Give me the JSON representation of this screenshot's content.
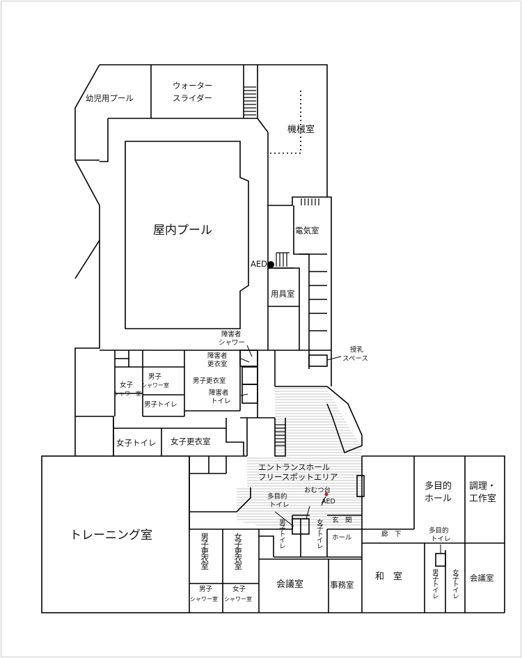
{
  "rooms": {
    "infant_pool": "幼児用プール",
    "water_slider": [
      "ウォーター",
      "スライダー"
    ],
    "machine_room": "機械室",
    "indoor_pool": "屋内プール",
    "electric_room": "電気室",
    "equipment_room": "用具室",
    "nursing_space": [
      "授乳",
      "スペース"
    ],
    "accessible_shower": [
      "障害者",
      "シャワー"
    ],
    "accessible_changing": [
      "障害者",
      "更衣室"
    ],
    "accessible_toilet": [
      "障害者",
      "トイレ"
    ],
    "mens_changing_upper": "男子更衣室",
    "mens_shower_upper": [
      "男子",
      "シャワー室"
    ],
    "womens_shower_upper": [
      "女子",
      "シャワー室"
    ],
    "mens_toilet_upper": "男子トイレ",
    "womens_toilet_upper": "女子トイレ",
    "womens_changing_upper": "女子更衣室",
    "entrance_hall": [
      "エントランスホール",
      "フリースポットエリア"
    ],
    "diaper_table": "おむつ台",
    "multipurpose_toilet_center": [
      "多目的",
      "トイレ"
    ],
    "mens_toilet_center": "男子トイレ",
    "womens_toilet_center": "女子トイレ",
    "entrance": "玄　関",
    "hall": "ホール",
    "corridor": "廊　下",
    "multipurpose_hall": [
      "多目的",
      "ホール"
    ],
    "cooking_room": [
      "調理・",
      "工作室"
    ],
    "training_room": "トレーニング室",
    "mens_changing_lower": "男子更衣室",
    "womens_changing_lower": "女子更衣室",
    "mens_shower_lower": [
      "男子",
      "シャワー室"
    ],
    "womens_shower_lower": [
      "女子",
      "シャワー室"
    ],
    "meeting_room_center": "会議室",
    "office": "事務室",
    "japanese_room": "和　室",
    "multipurpose_toilet_right": [
      "多目的",
      "トイレ"
    ],
    "mens_toilet_right": "男子トイレ",
    "womens_toilet_right": "女子トイレ",
    "meeting_room_right": "会議室"
  },
  "aed_label": "AED",
  "colors": {
    "wall": "#000000",
    "hatch": "#bdbdbd",
    "aed_dot": "#000000",
    "aed_dot_red": "#b22222",
    "frame": "#cccccc"
  }
}
